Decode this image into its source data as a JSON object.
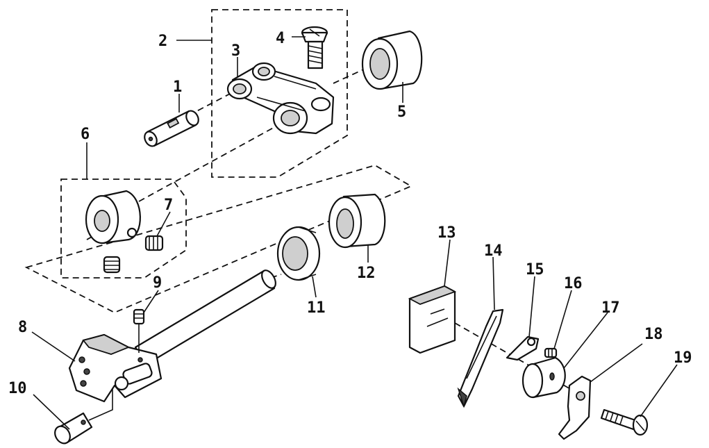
{
  "callouts": {
    "p1": "1",
    "p2": "2",
    "p3": "3",
    "p4": "4",
    "p5": "5",
    "p6": "6",
    "p7": "7",
    "p8": "8",
    "p9": "9",
    "p10": "10",
    "p11": "11",
    "p12": "12",
    "p13": "13",
    "p14": "14",
    "p15": "15",
    "p16": "16",
    "p17": "17",
    "p18": "18",
    "p19": "19"
  }
}
